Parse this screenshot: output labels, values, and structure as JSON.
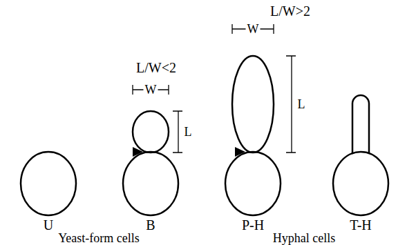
{
  "diagram": {
    "labels": [
      "L/W<2",
      "W",
      "L",
      "L/W>2",
      "W",
      "L",
      "U",
      "B",
      "P-H",
      "T-H",
      "Yeast-form cells",
      "Hyphal cells"
    ]
  }
}
